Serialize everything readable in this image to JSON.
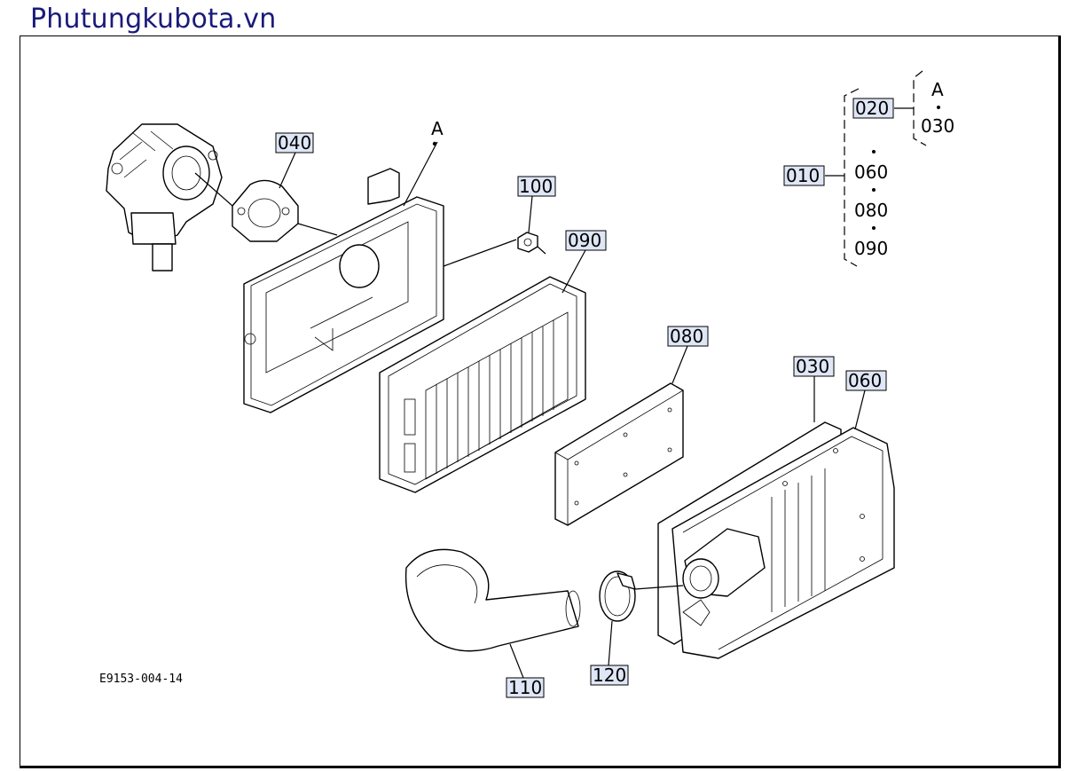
{
  "watermark": "Phutungkubota.vn",
  "diagram_code": "E9153-004-14",
  "callouts": {
    "c040": "040",
    "c100": "100",
    "c090": "090",
    "c080": "080",
    "c030": "030",
    "c060": "060",
    "c110": "110",
    "c120": "120",
    "a_marker": "A"
  },
  "legend": {
    "group_010": "010",
    "group_020": "020",
    "a_marker": "A",
    "a_item": "030",
    "items": [
      "060",
      "080",
      "090"
    ]
  }
}
